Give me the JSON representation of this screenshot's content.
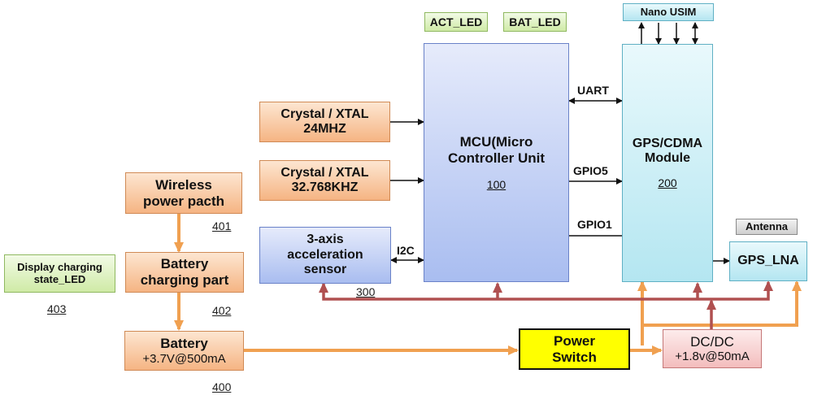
{
  "blocks": {
    "act_led": "ACT_LED",
    "bat_led": "BAT_LED",
    "nano_usim": "Nano USIM",
    "antenna": "Antenna",
    "crystal1": {
      "line1": "Crystal / XTAL",
      "line2": "24MHZ"
    },
    "crystal2": {
      "line1": "Crystal / XTAL",
      "line2": "32.768KHZ"
    },
    "mcu": {
      "line1": "MCU(Micro",
      "line2": "Controller Unit",
      "ref": "100"
    },
    "gps": {
      "line1": "GPS/CDMA",
      "line2": "Module",
      "ref": "200"
    },
    "wireless": {
      "line1": "Wireless",
      "line2": "power pacth",
      "ref": "401"
    },
    "accel": {
      "line1": "3-axis",
      "line2": "acceleration",
      "line3": "sensor",
      "ref": "300"
    },
    "display_led": {
      "line1": "Display charging",
      "line2": "state_LED",
      "ref": "403"
    },
    "charging": {
      "line1": "Battery",
      "line2": "charging part",
      "ref": "402"
    },
    "battery": {
      "line1": "Battery",
      "line2": "+3.7V@500mA",
      "ref": "400"
    },
    "power_switch": {
      "line1": "Power",
      "line2": "Switch"
    },
    "dcdc": {
      "line1": "DC/DC",
      "line2": "+1.8v@50mA"
    },
    "gps_lna": "GPS_LNA"
  },
  "labels": {
    "uart": "UART",
    "gpio5": "GPIO5",
    "gpio1": "GPIO1",
    "i2c": "I2C"
  },
  "colors": {
    "orange_line": "#f0a050",
    "red_line": "#b05050",
    "black_line": "#111111"
  }
}
